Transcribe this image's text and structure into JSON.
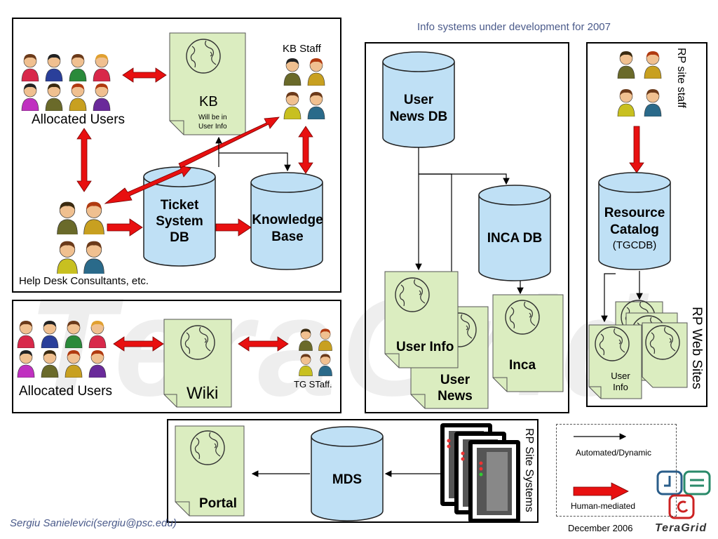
{
  "header": {
    "caption": "Info systems under development for 2007"
  },
  "colors": {
    "db_fill": "#bfe0f5",
    "doc_fill": "#dbedc0",
    "arrow_red": "#e81010",
    "caption_blue": "#4a5a8a"
  },
  "panel_kb": {
    "allocated_users": "Allocated Users",
    "kb_title": "KB",
    "kb_note_line1": "Will be in",
    "kb_note_line2": "User Info",
    "kb_staff": "KB Staff",
    "ticket_db": [
      "Ticket",
      "System",
      "DB"
    ],
    "knowledge_base": [
      "Knowledge",
      "Base"
    ],
    "help_desk": "Help Desk Consultants, etc."
  },
  "panel_wiki": {
    "allocated_users": "Allocated Users",
    "wiki": "Wiki",
    "tg_staff": "TG STaff."
  },
  "panel_news": {
    "user_news_db": [
      "User",
      "News DB"
    ],
    "inca_db": "INCA DB",
    "user_info": "User Info",
    "user_news": [
      "User",
      "News"
    ],
    "inca": "Inca"
  },
  "panel_rp": {
    "site_staff": "RP site staff",
    "resource_catalog": [
      "Resource",
      "Catalog"
    ],
    "tgcdb": "(TGCDB)",
    "web_sites": "RP Web Sites",
    "user_info": [
      "User",
      "Info"
    ]
  },
  "panel_mds": {
    "portal": "Portal",
    "mds": "MDS",
    "site_systems": "RP Site Systems"
  },
  "legend": {
    "automated": "Automated/Dynamic",
    "human": "Human-mediated"
  },
  "footer": {
    "author": "Sergiu Sanielevici(sergiu@psc.edu)",
    "date": "December 2006",
    "logo": "TeraGrid"
  },
  "watermark": {
    "text": "TeraGrid"
  }
}
